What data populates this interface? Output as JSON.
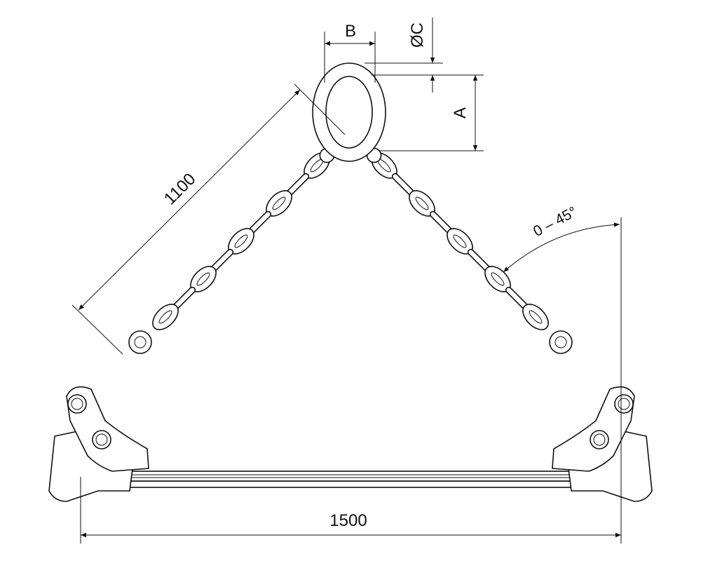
{
  "dimensions": {
    "link_width": "B",
    "link_diameter": "ØC",
    "link_length": "A",
    "chain_length": "1100",
    "angle": "0 – 45°",
    "span": "1500"
  }
}
